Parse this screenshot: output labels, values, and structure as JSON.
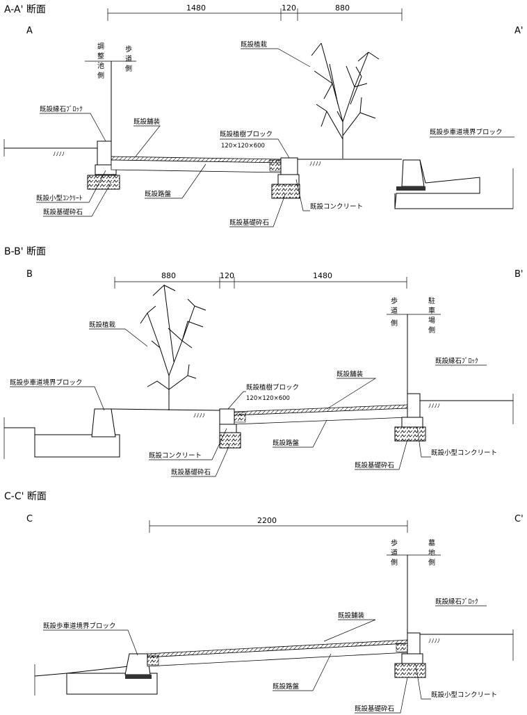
{
  "sections": [
    {
      "title": "A-A' 断面",
      "mark_left": "A",
      "mark_right": "A'",
      "dims": [
        "1480",
        "120",
        "880"
      ],
      "side_left": [
        "調",
        "整",
        "池",
        "側"
      ],
      "side_right": [
        "歩",
        "道",
        "側"
      ],
      "labels": {
        "curb": "既設縁石ﾌﾞﾛｯｸ",
        "small_conc": "既設小型ｺﾝｸﾘｰﾄ",
        "base_stone_left": "既設基礎砕石",
        "pavement": "既設舗装",
        "subgrade": "既設路盤",
        "planting": "既設植栽",
        "tree_block": "既設植樹ブロック",
        "tree_block_size": "120×120×600",
        "concrete": "既設コンクリート",
        "base_stone": "既設基礎砕石",
        "boundary_block": "既設歩車道境界ブロック"
      }
    },
    {
      "title": "B-B' 断面",
      "mark_left": "B",
      "mark_right": "B'",
      "dims": [
        "880",
        "120",
        "1480"
      ],
      "side_left": [
        "歩",
        "道",
        "側"
      ],
      "side_right": [
        "駐",
        "車",
        "場",
        "側"
      ],
      "labels": {
        "planting": "既設植栽",
        "boundary_block": "既設歩車道境界ブロック",
        "tree_block": "既設植樹ブロック",
        "tree_block_size": "120×120×600",
        "pavement": "既設舗装",
        "curb": "既設縁石ﾌﾞﾛｯｸ",
        "subgrade": "既設路盤",
        "concrete": "既設コンクリート",
        "base_stone_mid": "既設基礎砕石",
        "base_stone_right": "既設基礎砕石",
        "small_conc": "既設小型コンクリート"
      }
    },
    {
      "title": "C-C' 断面",
      "mark_left": "C",
      "mark_right": "C'",
      "dims": [
        "2200"
      ],
      "side_left": [
        "歩",
        "道",
        "側"
      ],
      "side_right": [
        "墓",
        "地",
        "側"
      ],
      "labels": {
        "boundary_block": "既設歩車道境界ブロック",
        "pavement": "既設舗装",
        "curb": "既設縁石ﾌﾞﾛｯｸ",
        "subgrade": "既設路盤",
        "small_conc": "既設小型コンクリート",
        "base_stone": "既設基礎砕石"
      }
    }
  ]
}
